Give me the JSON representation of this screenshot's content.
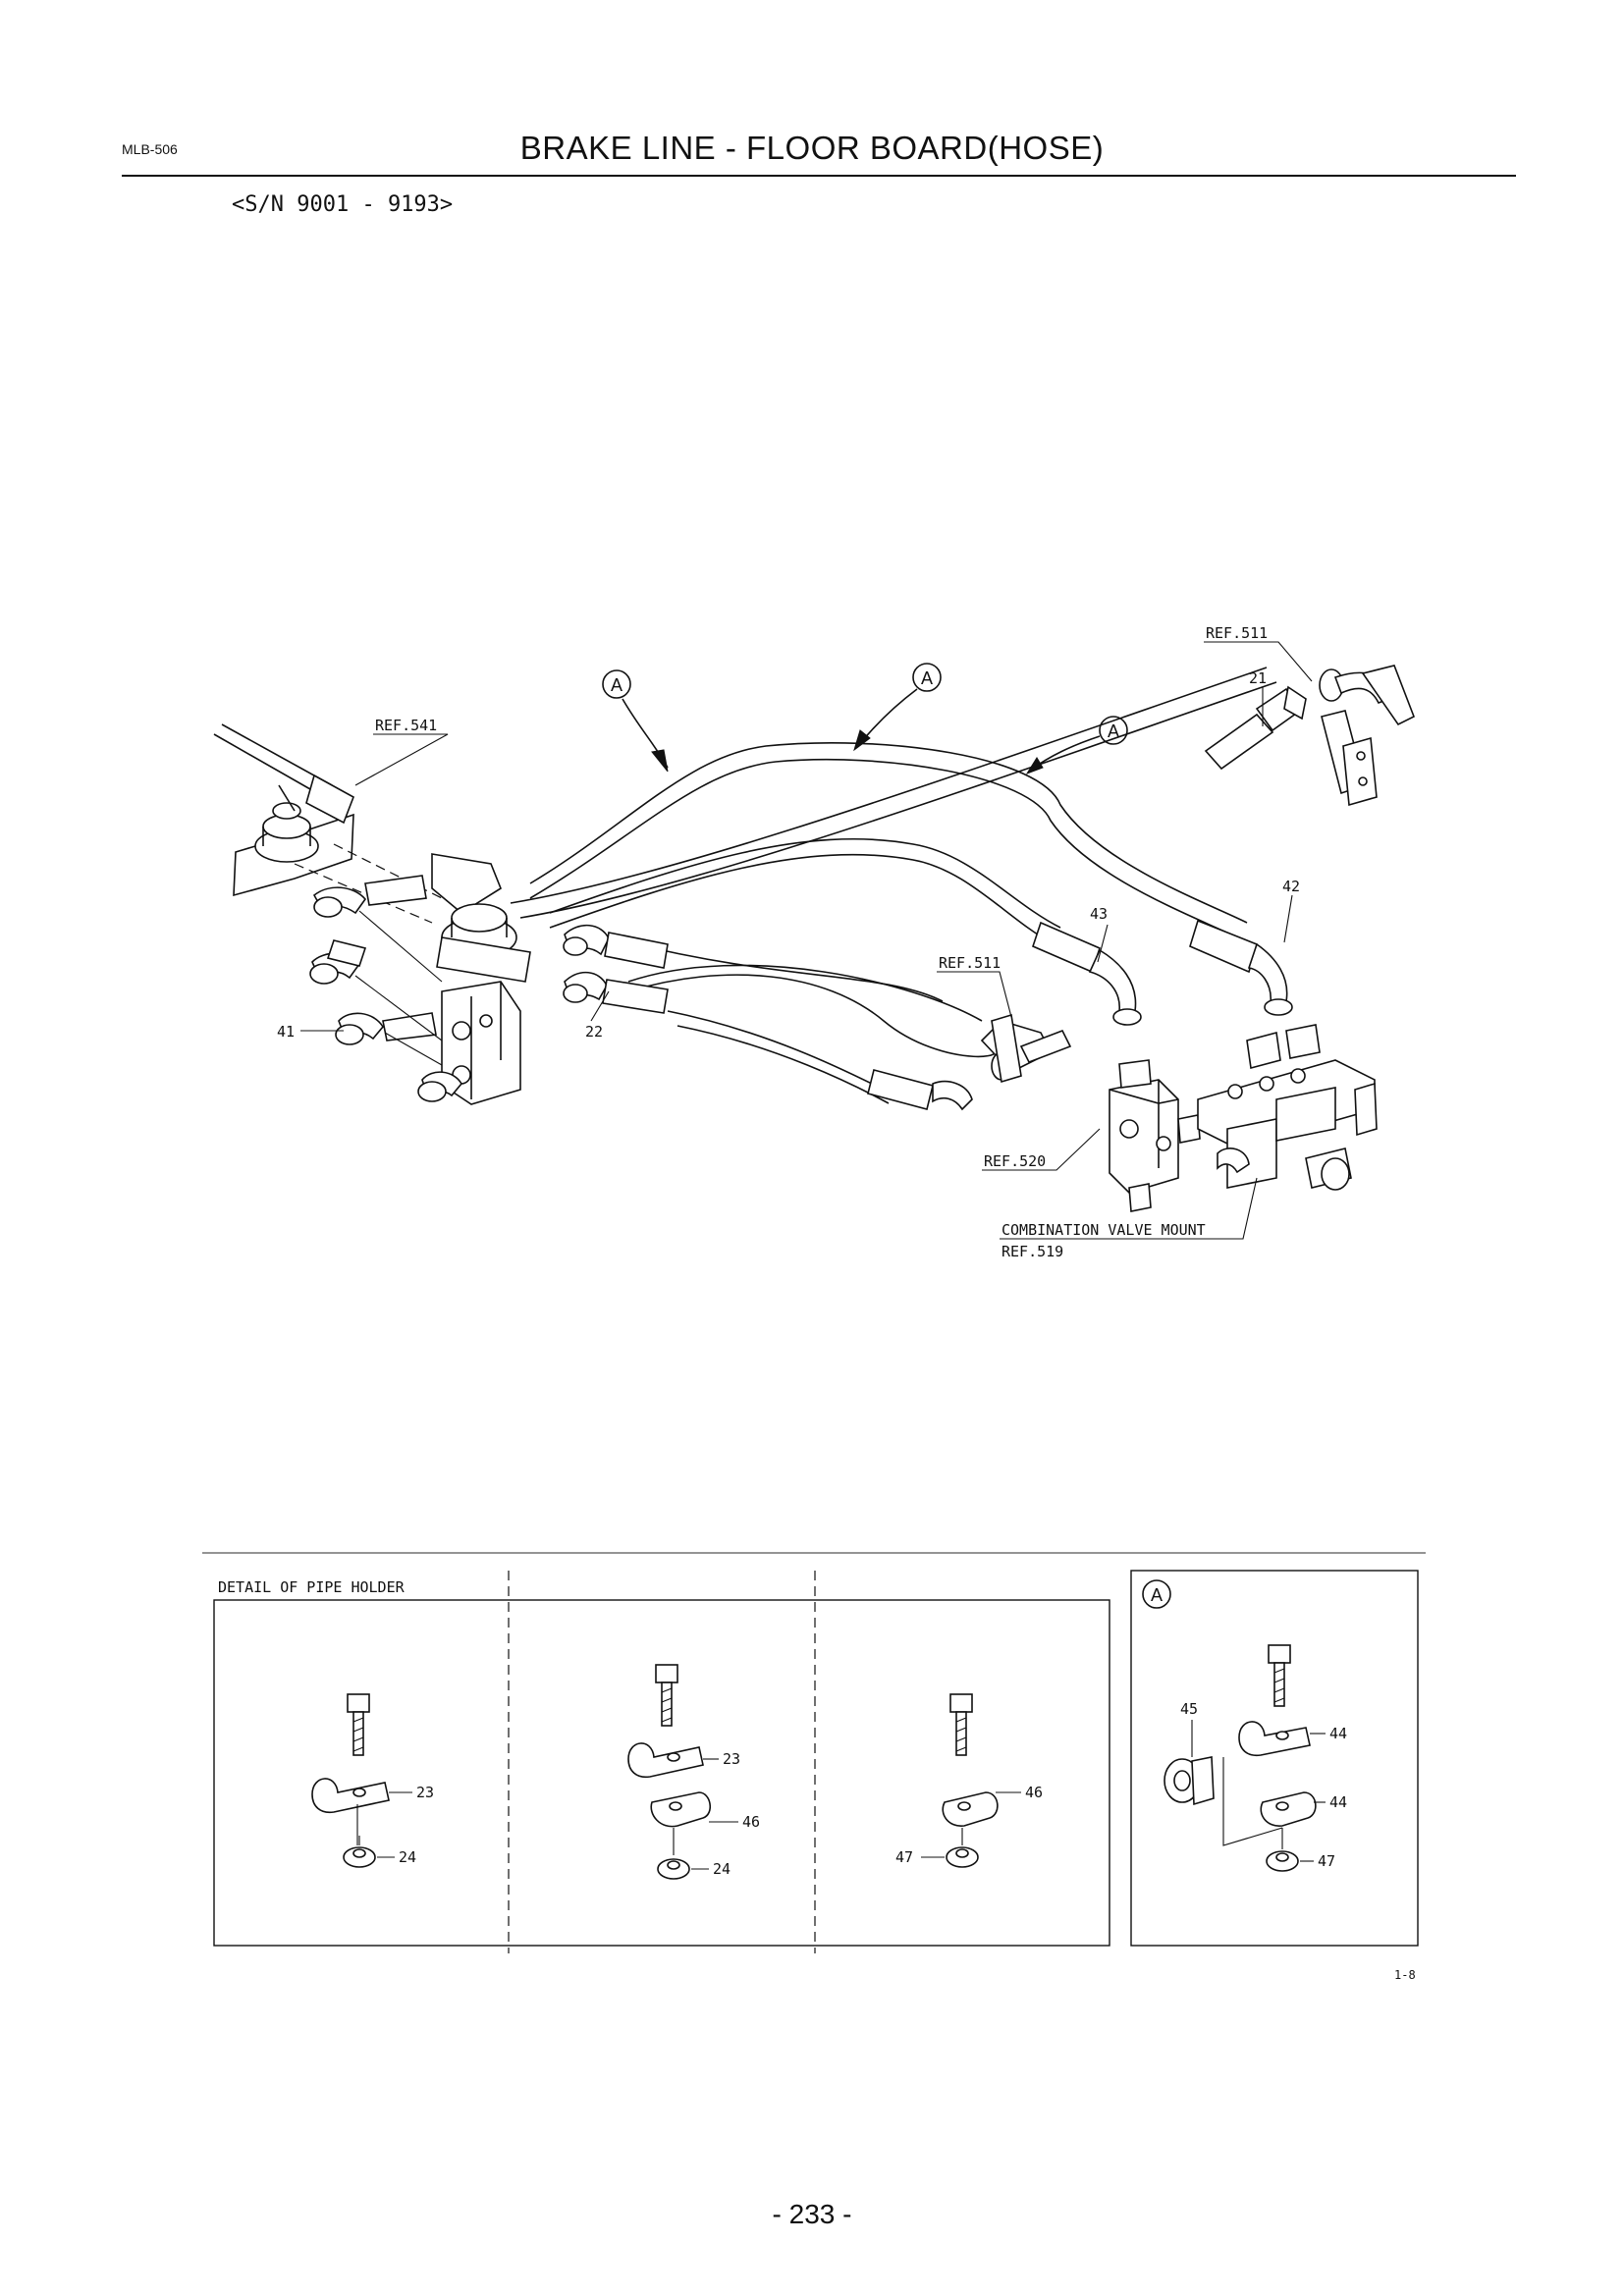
{
  "header": {
    "doc_code": "MLB-506",
    "title": "BRAKE LINE - FLOOR BOARD(HOSE)",
    "serial_range": "<S/N 9001 - 9193>"
  },
  "main_diagram": {
    "callout_letter": "A",
    "labels": {
      "ref_541": "REF.541",
      "ref_511_top": "REF.511",
      "ref_511_mid": "REF.511",
      "ref_520": "REF.520",
      "combo_mount": "COMBINATION VALVE MOUNT",
      "ref_519": "REF.519",
      "p21": "21",
      "p22": "22",
      "p41": "41",
      "p42": "42",
      "p43": "43"
    }
  },
  "detail": {
    "title": "DETAIL OF PIPE HOLDER",
    "panel1": {
      "p23": "23",
      "p24": "24"
    },
    "panel2": {
      "p23": "23",
      "p46": "46",
      "p24": "24"
    },
    "panel3": {
      "p46": "46",
      "p47": "47"
    },
    "panel_a": {
      "letter": "A",
      "p45": "45",
      "p44a": "44",
      "p44b": "44",
      "p47": "47"
    },
    "figure_code": "1-8"
  },
  "footer": {
    "page_number": "- 233 -"
  }
}
